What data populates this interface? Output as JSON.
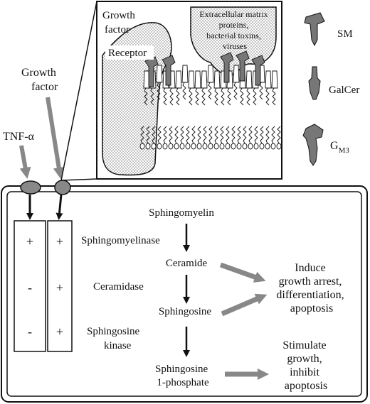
{
  "inset": {
    "growth_factor_line1": "Growth",
    "growth_factor_line2": "factor",
    "receptor": "Receptor",
    "ecm_line1": "Extracellular matrix",
    "ecm_line2": "proteins,",
    "ecm_line3": "bacterial toxins,",
    "ecm_line4": "viruses"
  },
  "legend": {
    "sm": "SM",
    "galcer": "GalCer",
    "gm3_main": "G",
    "gm3_sub": "M3"
  },
  "outside": {
    "growth_factor_line1": "Growth",
    "growth_factor_line2": "factor",
    "tnf": "TNF-α"
  },
  "columns": {
    "left": [
      "+",
      "-",
      "-"
    ],
    "right": [
      "+",
      "+",
      "+"
    ]
  },
  "enzymes": {
    "sphingomyelinase": "Sphingomyelinase",
    "ceramidase": "Ceramidase",
    "sphingosine_kinase_line1": "Sphingosine",
    "sphingosine_kinase_line2": "kinase"
  },
  "pathway": {
    "sphingomyelin": "Sphingomyelin",
    "ceramide": "Ceramide",
    "sphingosine": "Sphingosine",
    "s1p_line1": "Sphingosine",
    "s1p_line2": "1-phosphate"
  },
  "outcomes": {
    "induce_line1": "Induce",
    "induce_line2": "growth arrest,",
    "induce_line3": "differentiation,",
    "induce_line4": "apoptosis",
    "stimulate_line1": "Stimulate",
    "stimulate_line2": "growth,",
    "stimulate_line3": "inhibit",
    "stimulate_line4": "apoptosis"
  },
  "colors": {
    "arrow_gray": "#888888",
    "lipid_gray": "#777777",
    "stipple": "#dcdcdc",
    "line": "#111111"
  }
}
